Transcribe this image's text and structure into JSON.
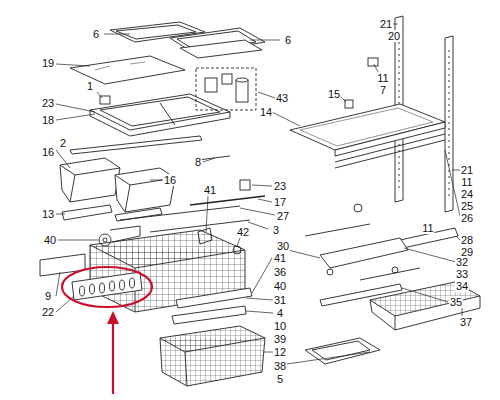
{
  "diagram": {
    "labels": [
      "6",
      "6",
      "19",
      "1",
      "23",
      "43",
      "21",
      "20",
      "15",
      "11",
      "7",
      "14",
      "21",
      "11",
      "24",
      "25",
      "26",
      "11",
      "18",
      "2",
      "8",
      "23",
      "17",
      "16",
      "16",
      "13",
      "41",
      "3",
      "27",
      "28",
      "29",
      "40",
      "42",
      "30",
      "32",
      "33",
      "34",
      "41",
      "36",
      "40",
      "35",
      "37",
      "9",
      "31",
      "4",
      "10",
      "22",
      "39",
      "12",
      "38",
      "5"
    ]
  }
}
